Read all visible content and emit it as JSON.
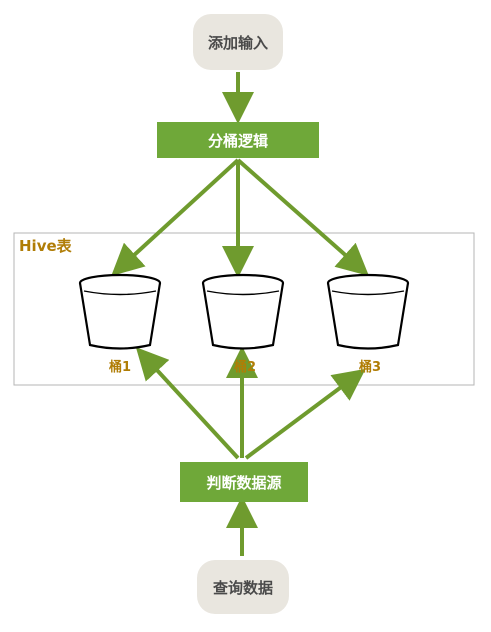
{
  "nodes": {
    "input": "添加输入",
    "bucketing_logic": "分桶逻辑",
    "judge_source": "判断数据源",
    "query": "查询数据"
  },
  "hive_table": {
    "label": "Hive表"
  },
  "buckets": [
    "桶1",
    "桶2",
    "桶3"
  ],
  "colors": {
    "green": "#6fa839",
    "arrow": "#6f9b2e",
    "bucket_label": "#b07d06",
    "hive_label": "#b07d06",
    "pill_fill": "#e9e6df",
    "pill_text": "#4a4a4a",
    "hive_border": "#b5b5b5"
  }
}
